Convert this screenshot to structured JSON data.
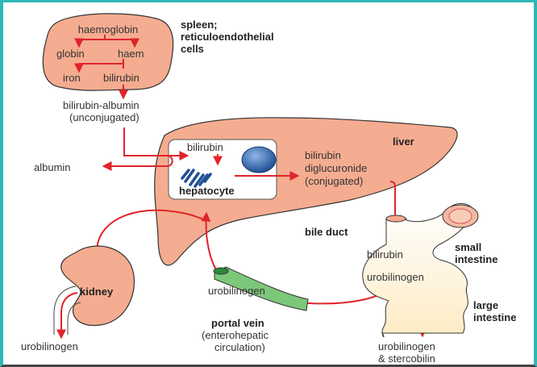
{
  "spleen": {
    "title_lines": [
      "spleen;",
      "reticuloendothelial",
      "cells"
    ],
    "haemoglobin": "haemoglobin",
    "globin": "globin",
    "haem": "haem",
    "iron": "iron",
    "bilirubin": "bilirubin"
  },
  "blood": {
    "bilirubin_albumin": "bilirubin-albumin",
    "unconjugated": "(unconjugated)",
    "albumin": "albumin"
  },
  "liver": {
    "title": "liver",
    "hepatocyte_bilirubin": "bilirubin",
    "hepatocyte": "hepatocyte",
    "conjugated_lines": [
      "bilirubin",
      "diglucuronide",
      "(conjugated)"
    ]
  },
  "bile_duct": {
    "title": "bile duct"
  },
  "intestine": {
    "bilirubin": "bilirubin",
    "urobilinogen": "urobilinogen",
    "small_lines": [
      "small",
      "intestine"
    ],
    "large_lines": [
      "large",
      "intestine"
    ],
    "output_lines": [
      "urobilinogen",
      "& stercobilin"
    ]
  },
  "kidney": {
    "title": "kidney",
    "output": "urobilinogen"
  },
  "portal_vein": {
    "urobilinogen": "urobilinogen",
    "title": "portal vein",
    "subtitle_lines": [
      "(enterohepatic",
      "circulation)"
    ]
  },
  "colors": {
    "organ_fill": "#f4a98c",
    "arrow": "#e0242b",
    "vein": "#7cc77a",
    "nucleus": "#3a6fb0",
    "border": "#2fb7b7"
  }
}
